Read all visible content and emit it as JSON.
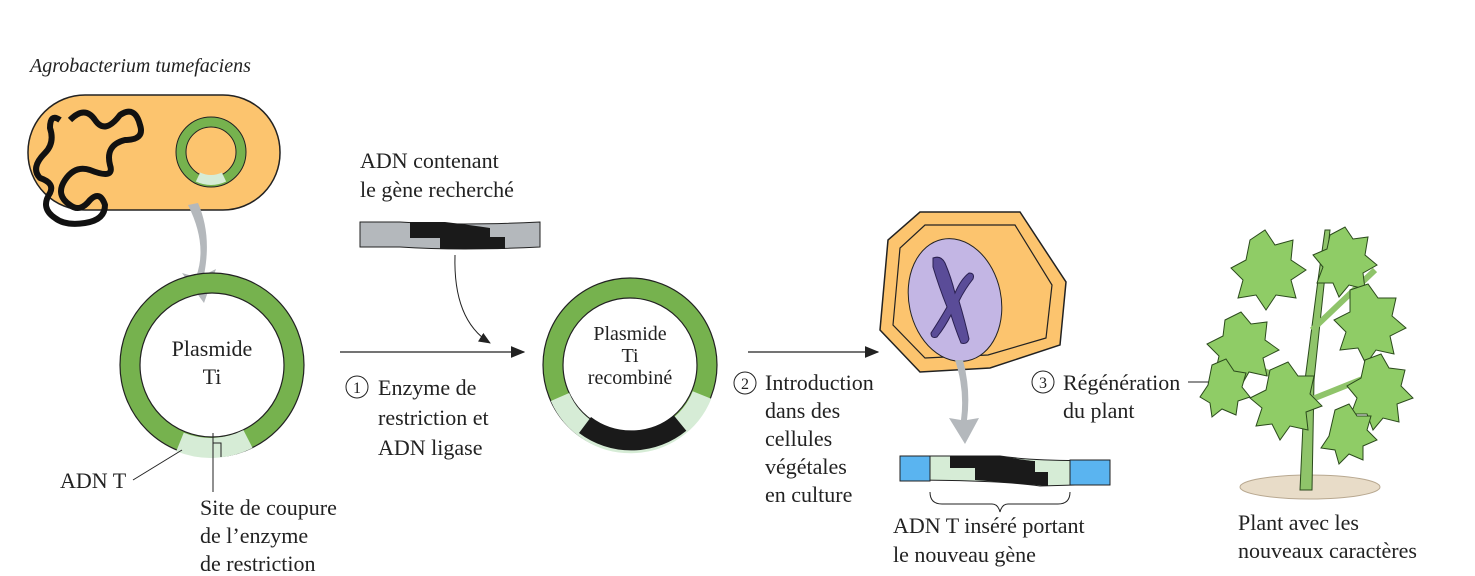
{
  "organism": "Agrobacterium tumefaciens",
  "plasmid": {
    "line1": "Plasmide",
    "line2": "Ti"
  },
  "recombined": {
    "line1": "Plasmide",
    "line2": "Ti",
    "line3": "recombiné"
  },
  "labels": {
    "adn_t": "ADN T",
    "site": [
      "Site de coupure",
      "de l’enzyme",
      "de restriction"
    ],
    "gene_dna": [
      "ADN contenant",
      "le gène recherché"
    ],
    "inserted": [
      "ADN T inséré portant",
      "le nouveau gène"
    ],
    "plant": [
      "Plant avec les",
      "nouveaux caractères"
    ]
  },
  "steps": [
    {
      "num": "1",
      "lines": [
        "Enzyme de",
        "restriction et",
        "ADN ligase"
      ]
    },
    {
      "num": "2",
      "lines": [
        "Introduction",
        "dans des",
        "cellules",
        "végétales",
        "en culture"
      ]
    },
    {
      "num": "3",
      "lines": [
        "Régénération",
        "du plant"
      ]
    }
  ],
  "colors": {
    "cell": "#fcc46e",
    "plasmid": "#76b24e",
    "tdna": "#d6ecd6",
    "gene": "#1a1a1a",
    "donor": "#b4b8bc",
    "plant_dna": "#5ab4f0",
    "nucleus": "#c3b6e4",
    "chromosome": "#5a4c98"
  }
}
